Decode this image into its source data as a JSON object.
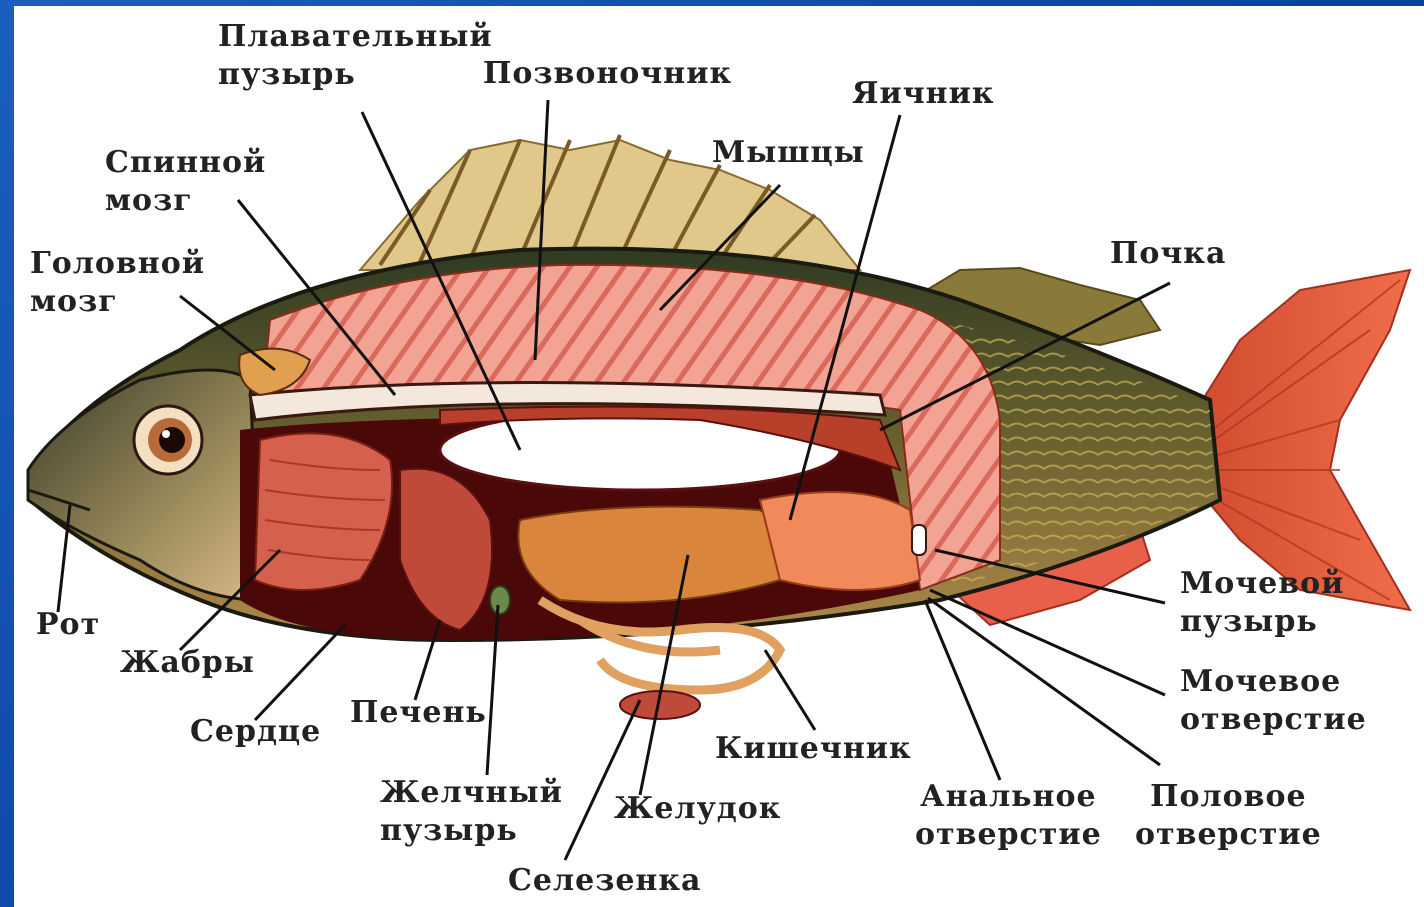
{
  "labels": {
    "swim_bladder": "Плавательный\nпузырь",
    "spine": "Позвоночник",
    "ovary": "Яичник",
    "spinal_cord": "Спинной\nмозг",
    "muscles": "Мышцы",
    "brain": "Головной\nмозг",
    "kidney": "Почка",
    "mouth": "Рот",
    "gills": "Жабры",
    "heart": "Сердце",
    "liver": "Печень",
    "gallbladder": "Желчный\nпузырь",
    "spleen": "Селезенка",
    "stomach": "Желудок",
    "intestine": "Кишечник",
    "anal_opening": "Анальное\nотверстие",
    "genital_opening": "Половое\nотверстие",
    "urinary_opening": "Мочевое\nотверстие",
    "urinary_bladder": "Мочевой\nпузырь"
  },
  "colors": {
    "background": "#0b3fa0",
    "fish_body": "#3d3a22",
    "muscle": "#e8897a",
    "fin": "#e25a3a",
    "organ_dark": "#5a0c0c",
    "organ_orange": "#d9853b"
  }
}
